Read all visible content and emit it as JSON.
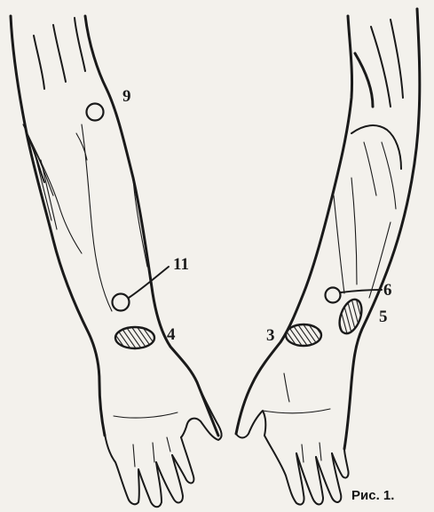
{
  "figure": {
    "caption": "Рис. 1.",
    "points": [
      {
        "id": "9",
        "label": "9",
        "shape": "circle"
      },
      {
        "id": "11",
        "label": "11",
        "shape": "circle"
      },
      {
        "id": "4",
        "label": "4",
        "shape": "hatched-ellipse"
      },
      {
        "id": "3",
        "label": "3",
        "shape": "hatched-ellipse"
      },
      {
        "id": "6",
        "label": "6",
        "shape": "circle"
      },
      {
        "id": "5",
        "label": "5",
        "shape": "hatched-ellipse"
      }
    ],
    "colors": {
      "paper": "#f3f1ec",
      "ink": "#1a1a1a"
    }
  }
}
